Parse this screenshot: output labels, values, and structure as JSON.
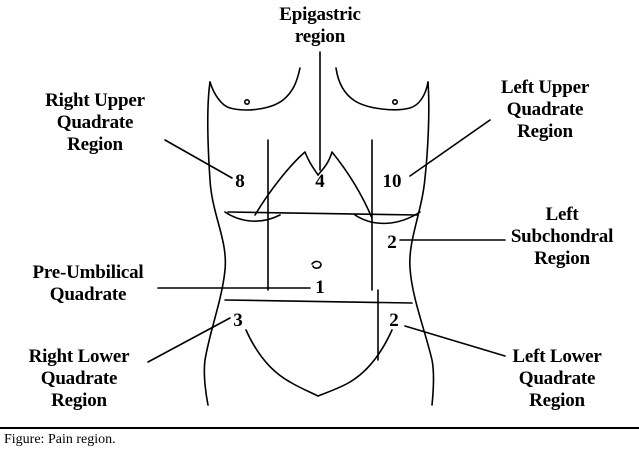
{
  "labels": {
    "epigastric": "Epigastric\nregion",
    "right_upper": "Right Upper\nQuadrate\nRegion",
    "left_upper": "Left Upper\nQuadrate\nRegion",
    "left_subchondral": "Left\nSubchondral\nRegion",
    "pre_umbilical": "Pre-Umbilical\nQuadrate",
    "right_lower": "Right Lower\nQuadrate\nRegion",
    "left_lower": "Left Lower\nQuadrate\nRegion"
  },
  "numbers": {
    "right_upper": "8",
    "epigastric": "4",
    "left_upper": "10",
    "left_subchondral": "2",
    "pre_umbilical": "1",
    "right_lower": "3",
    "left_lower": "2"
  },
  "caption": "Figure: Pain region."
}
